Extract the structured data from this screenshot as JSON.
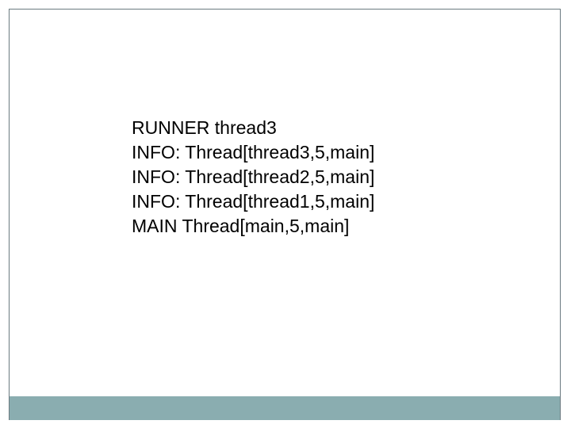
{
  "slide": {
    "background_color": "#ffffff",
    "frame_color": "#6b7a80",
    "footer_band_color": "#8aadb0",
    "text_color": "#000000",
    "body_lines": [
      "RUNNER thread3",
      "INFO: Thread[thread3,5,main]",
      "INFO: Thread[thread2,5,main]",
      "INFO: Thread[thread1,5,main]",
      "MAIN Thread[main,5,main]"
    ]
  }
}
